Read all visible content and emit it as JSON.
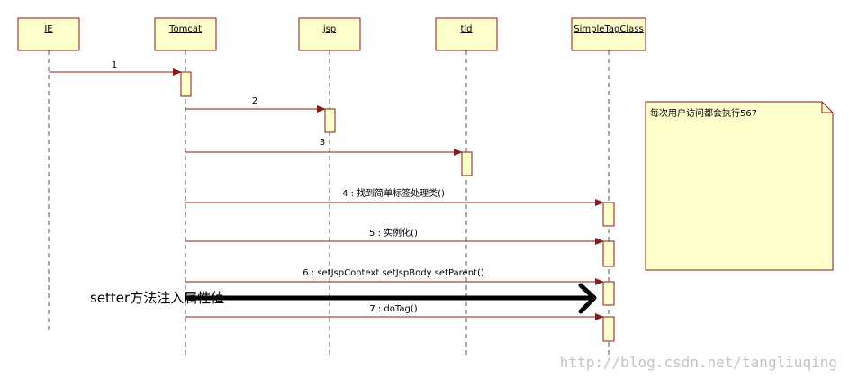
{
  "objects": [
    {
      "id": "ie",
      "label": "IE"
    },
    {
      "id": "tomcat",
      "label": "Tomcat"
    },
    {
      "id": "jsp",
      "label": "jsp"
    },
    {
      "id": "tld",
      "label": "tld"
    },
    {
      "id": "simpletag",
      "label": "SimpleTagClass"
    }
  ],
  "messages": [
    {
      "label": "1"
    },
    {
      "label": "2"
    },
    {
      "label": "3"
    },
    {
      "label": "4 : 找到简单标签处理类()"
    },
    {
      "label": "5 : 实例化()"
    },
    {
      "label": "6 : setJspContext setJspBody setParent()"
    },
    {
      "label": "7 : doTag()"
    }
  ],
  "note": {
    "text": "每次用户访问都会执行567"
  },
  "annotation": {
    "text": "setter方法注入属性值"
  },
  "watermark": {
    "text": "http://blog.csdn.net/tangliuqing"
  },
  "colors": {
    "box_fill": "#ffffcc",
    "border": "#8b1a1a",
    "arrow": "#8b1a1a"
  }
}
